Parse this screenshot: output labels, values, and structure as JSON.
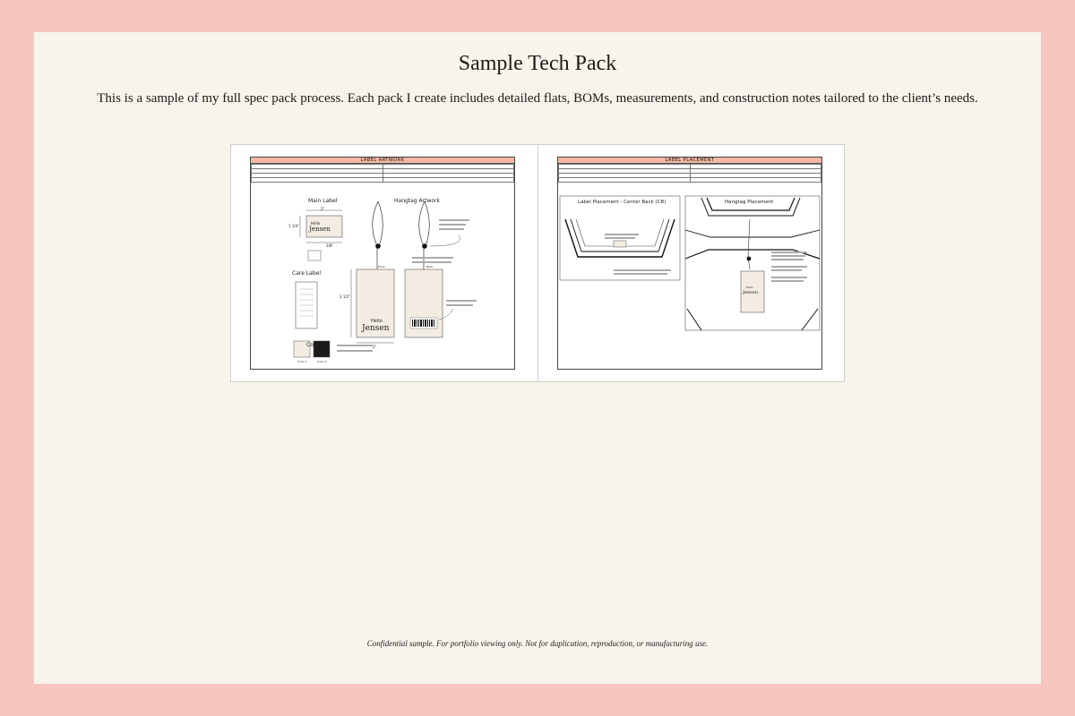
{
  "page": {
    "title": "Sample Tech Pack",
    "intro": "This is a sample of my full spec pack process. Each pack I create includes detailed flats, BOMs, measurements, and construction notes tailored to the client’s needs.",
    "footer": "Confidential sample. For portfolio viewing only. Not for duplication, reproduction, or manufacturing use."
  },
  "left_sheet": {
    "header": "LABEL ARTWORK",
    "main_label_title": "Main Label",
    "hangtag_title": "Hangtag Artwork",
    "care_label_title": "Care Label",
    "colors_title": "Colors",
    "brand_top": "Hello",
    "brand_bottom": "Jensen",
    "dim_width": "2\"",
    "dim_height": "1 1/4\"",
    "dim_fold": "3/8\"",
    "dim_tag_height": "3 1/2\"",
    "dim_tag_width": "2\"",
    "front_label": "Front",
    "back_label": "Back",
    "color_1": "Color 1",
    "color_2": "Color 2",
    "swatch_1": "#f3ece2",
    "swatch_2": "#1a1a1a"
  },
  "right_sheet": {
    "header": "LABEL PLACEMENT",
    "cb_title": "Label Placement - Center Back (CB)",
    "hangtag_title": "Hangtag Placement",
    "brand_top": "Hello",
    "brand_bottom": "Jensen"
  },
  "colors": {
    "background": "#f5c7bf",
    "card": "#f8f4ec",
    "header_fill": "#f4b8a4"
  }
}
